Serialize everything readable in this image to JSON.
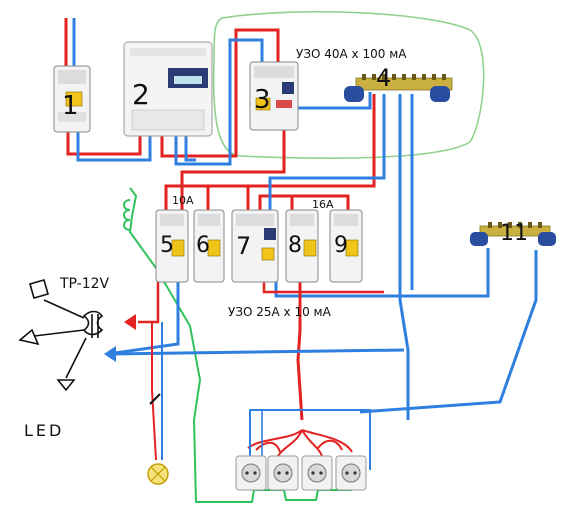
{
  "labels": {
    "num1": "1",
    "num2": "2",
    "num3": "3",
    "num4": "4",
    "num5": "5",
    "num6": "6",
    "num7": "7",
    "num8": "8",
    "num9": "9",
    "num11": "11",
    "uzo_top": "УЗО 40А х 100 мА",
    "amp_10": "10А",
    "amp_16": "16А",
    "uzo_bottom": "УЗО 25А х 10 мА",
    "transformer": "TP-12V",
    "led": "LED"
  },
  "colors": {
    "phase": "#e32222",
    "neutral": "#2f7fe0",
    "earth": "#2fc25a",
    "zone": "#8fd18f",
    "breaker_body": "#f2f2f2",
    "breaker_yellow": "#f0c419",
    "busbar_blue": "#2a4da0",
    "busbar_brass": "#c9b040"
  },
  "icons": [
    "breaker-icon",
    "meter-icon",
    "rcd-icon",
    "busbar-icon",
    "socket-icon",
    "lamp-icon",
    "transformer-icon",
    "switch-icon",
    "led-lamp-icon"
  ]
}
